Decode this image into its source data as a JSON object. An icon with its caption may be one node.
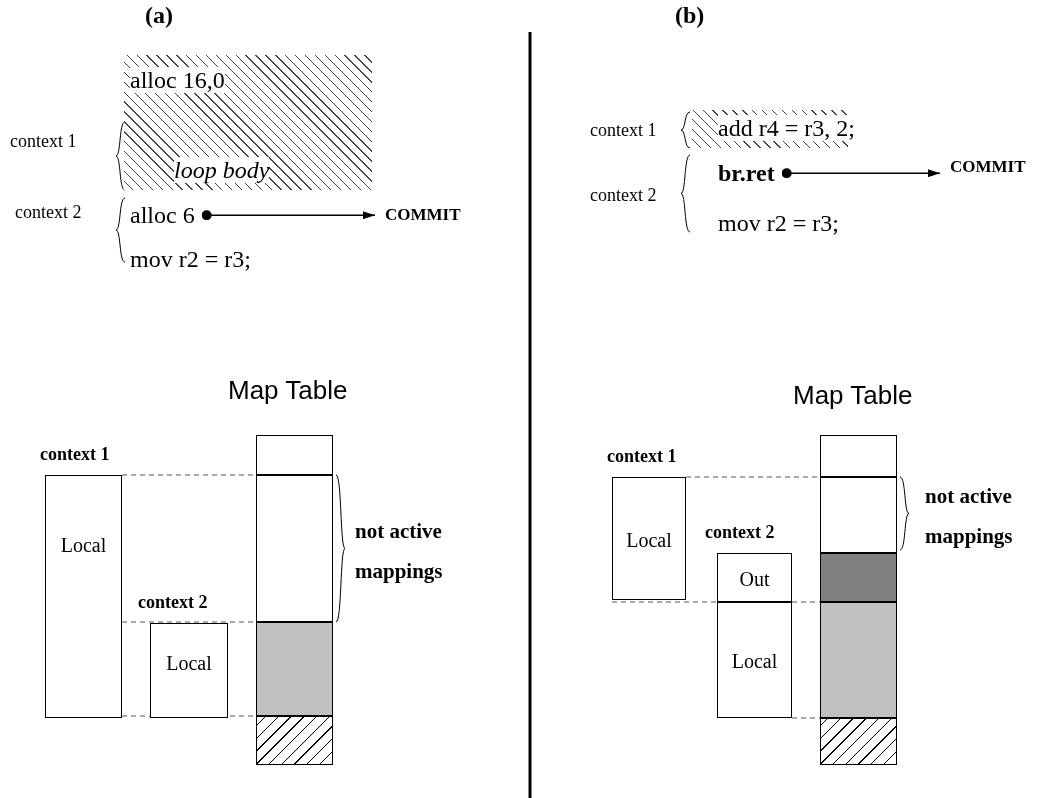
{
  "diagram": {
    "nodes": [
      {
        "text": [
          "alloc 16,0",
          "loop body"
        ]
      },
      {
        "text": [
          "alloc 6"
        ]
      },
      {
        "text": [
          "COMMIT"
        ]
      },
      {
        "text": [
          "context 1",
          "Local"
        ]
      },
      {
        "text": [
          "context 2",
          "Local"
        ]
      },
      {
        "text": [],
        "shape": "box"
      },
      {
        "text": [],
        "shape": "box"
      },
      {
        "text": [],
        "shape": "box"
      },
      {
        "text": [],
        "shape": "box"
      },
      {
        "text": [
          "add r4 = r3, 2;"
        ]
      },
      {
        "text": [
          "br.ret"
        ]
      },
      {
        "text": [
          "COMMIT"
        ]
      },
      {
        "text": [
          "context 1",
          "Local"
        ]
      },
      {
        "text": [
          "context 2",
          "Out"
        ]
      },
      {
        "text": [
          "Local"
        ]
      },
      {
        "text": [],
        "shape": "box"
      },
      {
        "text": [],
        "shape": "box"
      },
      {
        "text": [],
        "shape": "box"
      },
      {
        "text": [],
        "shape": "box"
      },
      {
        "text": [],
        "shape": "box"
      }
    ],
    "edges": [
      {
        "from": 1,
        "to": 2,
        "arrow": "to"
      },
      {
        "from": 10,
        "to": 11,
        "arrow": "to"
      }
    ],
    "labels": [
      "(a)",
      "(b)",
      "context 1",
      "context 2",
      "mov r2 = r3;",
      "Map Table",
      "not active mappings",
      "context 1",
      "context 2",
      "mov r2 = r3;",
      "Map Table",
      "not active mappings"
    ]
  }
}
